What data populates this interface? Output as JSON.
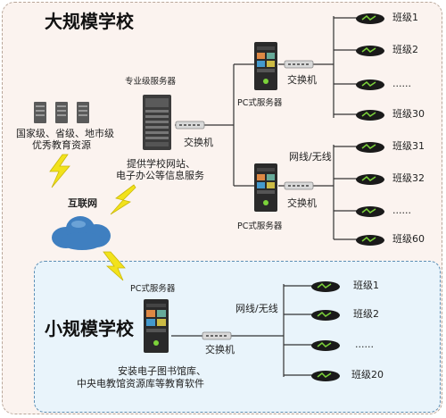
{
  "large_school": {
    "title": "大规模学校",
    "pro_server_label": "专业级服务器",
    "pro_switch_label": "交换机",
    "pro_server_caption_1": "提供学校网站、",
    "pro_server_caption_2": "电子办公等信息服务",
    "branch_top": {
      "server_label": "PC式服务器",
      "switch_label": "交换机",
      "classes": [
        "班级1",
        "班级2",
        "......",
        "班级30"
      ]
    },
    "branch_bottom": {
      "server_label": "PC式服务器",
      "switch_label": "交换机",
      "link_label": "网线/无线",
      "classes": [
        "班级31",
        "班级32",
        "......",
        "班级60"
      ]
    }
  },
  "resources": {
    "line1": "国家级、省级、地市级",
    "line2": "优秀教育资源"
  },
  "internet": {
    "label": "互联网"
  },
  "small_school": {
    "title": "小规模学校",
    "server_label": "PC式服务器",
    "switch_label": "交换机",
    "link_label": "网线/无线",
    "caption_1": "安装电子图书馆库、",
    "caption_2": "中央电教馆资源库等教育软件",
    "classes": [
      "班级1",
      "班级2",
      "......",
      "班级20"
    ]
  },
  "colors": {
    "large_panel_bg": "#fbf3ef",
    "small_panel_bg": "#e9f4fb",
    "cloud": "#3f7fc0",
    "lightning": "#f2e21c",
    "device_green": "#7cd33a"
  }
}
